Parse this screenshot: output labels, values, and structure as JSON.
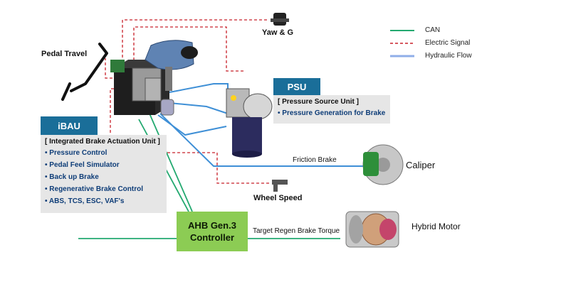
{
  "legend": {
    "can": "CAN",
    "electric": "Electric Signal",
    "hydraulic": "Hydraulic Flow"
  },
  "colors": {
    "can": "#23a970",
    "electric": "#c8202a",
    "hydraulic": "#3e8fd6",
    "header": "#1a6e99",
    "controller": "#8ccc54",
    "panel": "#e6e6e6"
  },
  "labels": {
    "pedal_travel": "Pedal Travel",
    "yaw_g": "Yaw & G",
    "wheel_speed": "Wheel Speed",
    "friction_brake": "Friction Brake",
    "caliper": "Caliper",
    "hybrid_motor": "Hybrid Motor",
    "target_regen": "Target Regen Brake Torque"
  },
  "psu": {
    "title": "PSU",
    "subtitle": "[ Pressure Source Unit ]",
    "items": [
      "Pressure Generation for Brake"
    ]
  },
  "ibau": {
    "title": "iBAU",
    "subtitle": "[ Integrated Brake Actuation Unit ]",
    "items": [
      "Pressure Control",
      "Pedal Feel Simulator",
      "Back up Brake",
      "Regenerative Brake Control",
      "ABS, TCS, ESC, VAF's"
    ]
  },
  "controller": {
    "line1": "AHB Gen.3",
    "line2": "Controller"
  }
}
